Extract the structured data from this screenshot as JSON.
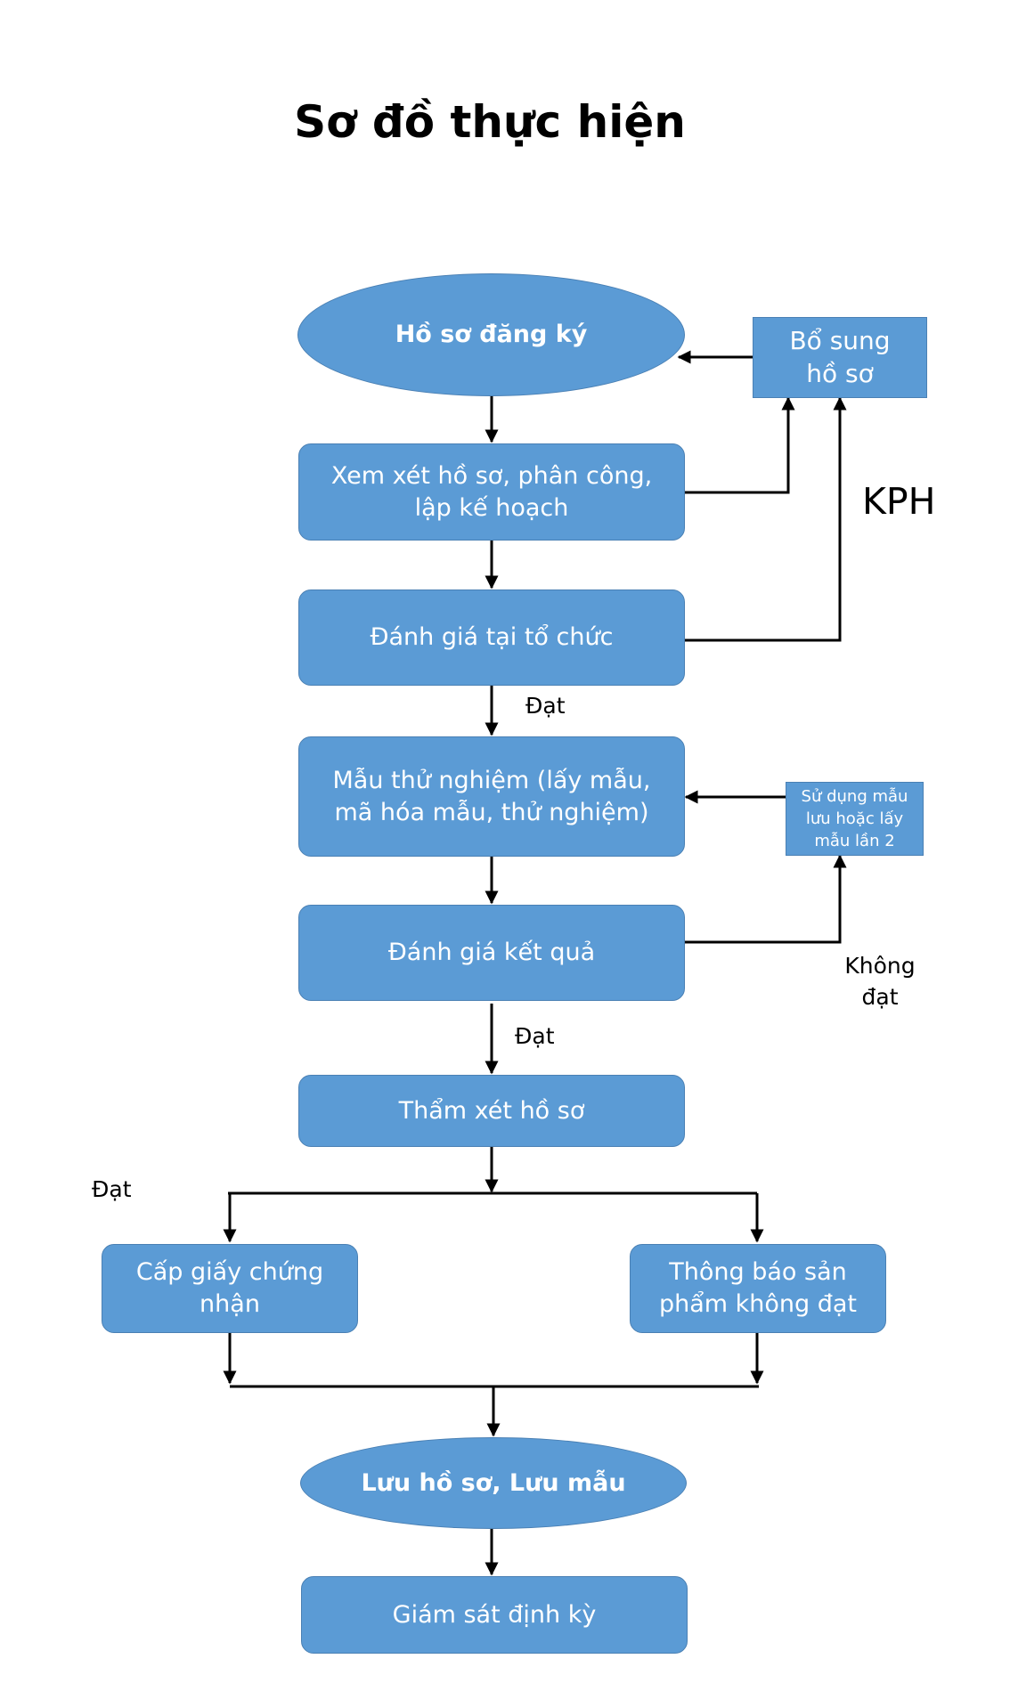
{
  "title": "Sơ đồ thực hiện",
  "nodes": {
    "ho_so_dang_ky": "Hồ sơ đăng ký",
    "bo_sung_ho_so": "Bổ sung hồ sơ",
    "xem_xet": "Xem xét hồ sơ, phân công, lập kế hoạch",
    "danh_gia_to_chuc": "Đánh giá tại tổ chức",
    "mau_thu_nghiem": "Mẫu thử nghiệm (lấy mẫu, mã hóa mẫu, thử nghiệm)",
    "su_dung_mau": "Sử dụng mẫu lưu hoặc lấy mẫu lần 2",
    "danh_gia_ket_qua": "Đánh giá kết quả",
    "tham_xet": "Thẩm xét hồ sơ",
    "cap_giay": "Cấp giấy chứng nhận",
    "thong_bao": "Thông báo sản phẩm không đạt",
    "luu_ho_so": "Lưu hồ sơ, Lưu mẫu",
    "giam_sat": "Giám sát định kỳ"
  },
  "labels": {
    "kph": "KPH",
    "dat_1": "Đạt",
    "khong_dat": "Không đạt",
    "dat_2": "Đạt",
    "dat_3": "Đạt"
  },
  "colors": {
    "node_fill": "#5b9bd5",
    "node_border": "#4a80b4",
    "node_text": "#ffffff",
    "connector": "#000000"
  }
}
